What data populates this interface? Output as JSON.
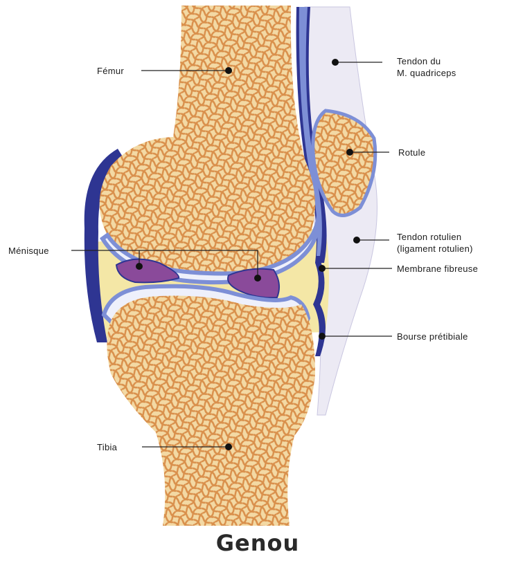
{
  "title": "Genou",
  "labels": {
    "femur": "Fémur",
    "tendon_quadriceps_1": "Tendon du",
    "tendon_quadriceps_2": "M. quadriceps",
    "rotule": "Rotule",
    "tendon_rotulien_1": "Tendon rotulien",
    "tendon_rotulien_2": "(ligament rotulien)",
    "menisque": "Ménisque",
    "membrane_fibreuse": "Membrane fibreuse",
    "bourse_pretibiale": "Bourse prétibiale",
    "tibia": "Tibia"
  },
  "colors": {
    "bone": "#f3d9a4",
    "trabecula": "#d9904c",
    "cartilage": "#eef0fb",
    "capsule_blue": "#7d8fd6",
    "capsule_dark": "#2e3592",
    "meniscus": "#8a4a9a",
    "fat_pad": "#f4e7a6",
    "tendon": "#eceaf4"
  }
}
